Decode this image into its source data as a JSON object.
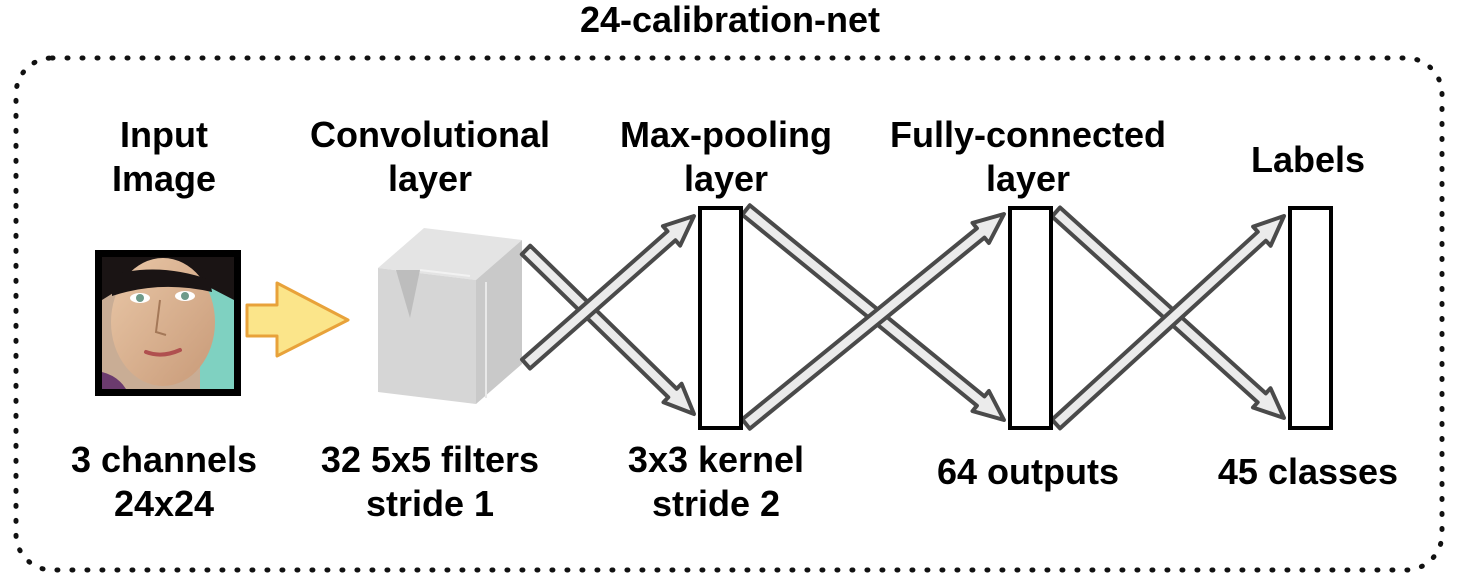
{
  "title": "24-calibration-net",
  "stages": [
    {
      "header": [
        "Input",
        "Image"
      ],
      "footer": [
        "3 channels",
        "24x24"
      ]
    },
    {
      "header": [
        "Convolutional",
        "layer"
      ],
      "footer": [
        "32 5x5 filters",
        "stride 1"
      ]
    },
    {
      "header": [
        "Max-pooling",
        "layer"
      ],
      "footer": [
        "3x3 kernel",
        "stride 2"
      ]
    },
    {
      "header": [
        "Fully-connected",
        "layer"
      ],
      "footer": [
        "64 outputs"
      ]
    },
    {
      "header": [
        "Labels"
      ],
      "footer": [
        "45 classes"
      ]
    }
  ],
  "colors": {
    "input_arrow_fill": "#fbe58a",
    "input_arrow_stroke": "#e8a23a",
    "connector_stroke": "#4a4a4a",
    "connector_fill": "#ebebeb",
    "conv_block": "#d6d6d6"
  }
}
